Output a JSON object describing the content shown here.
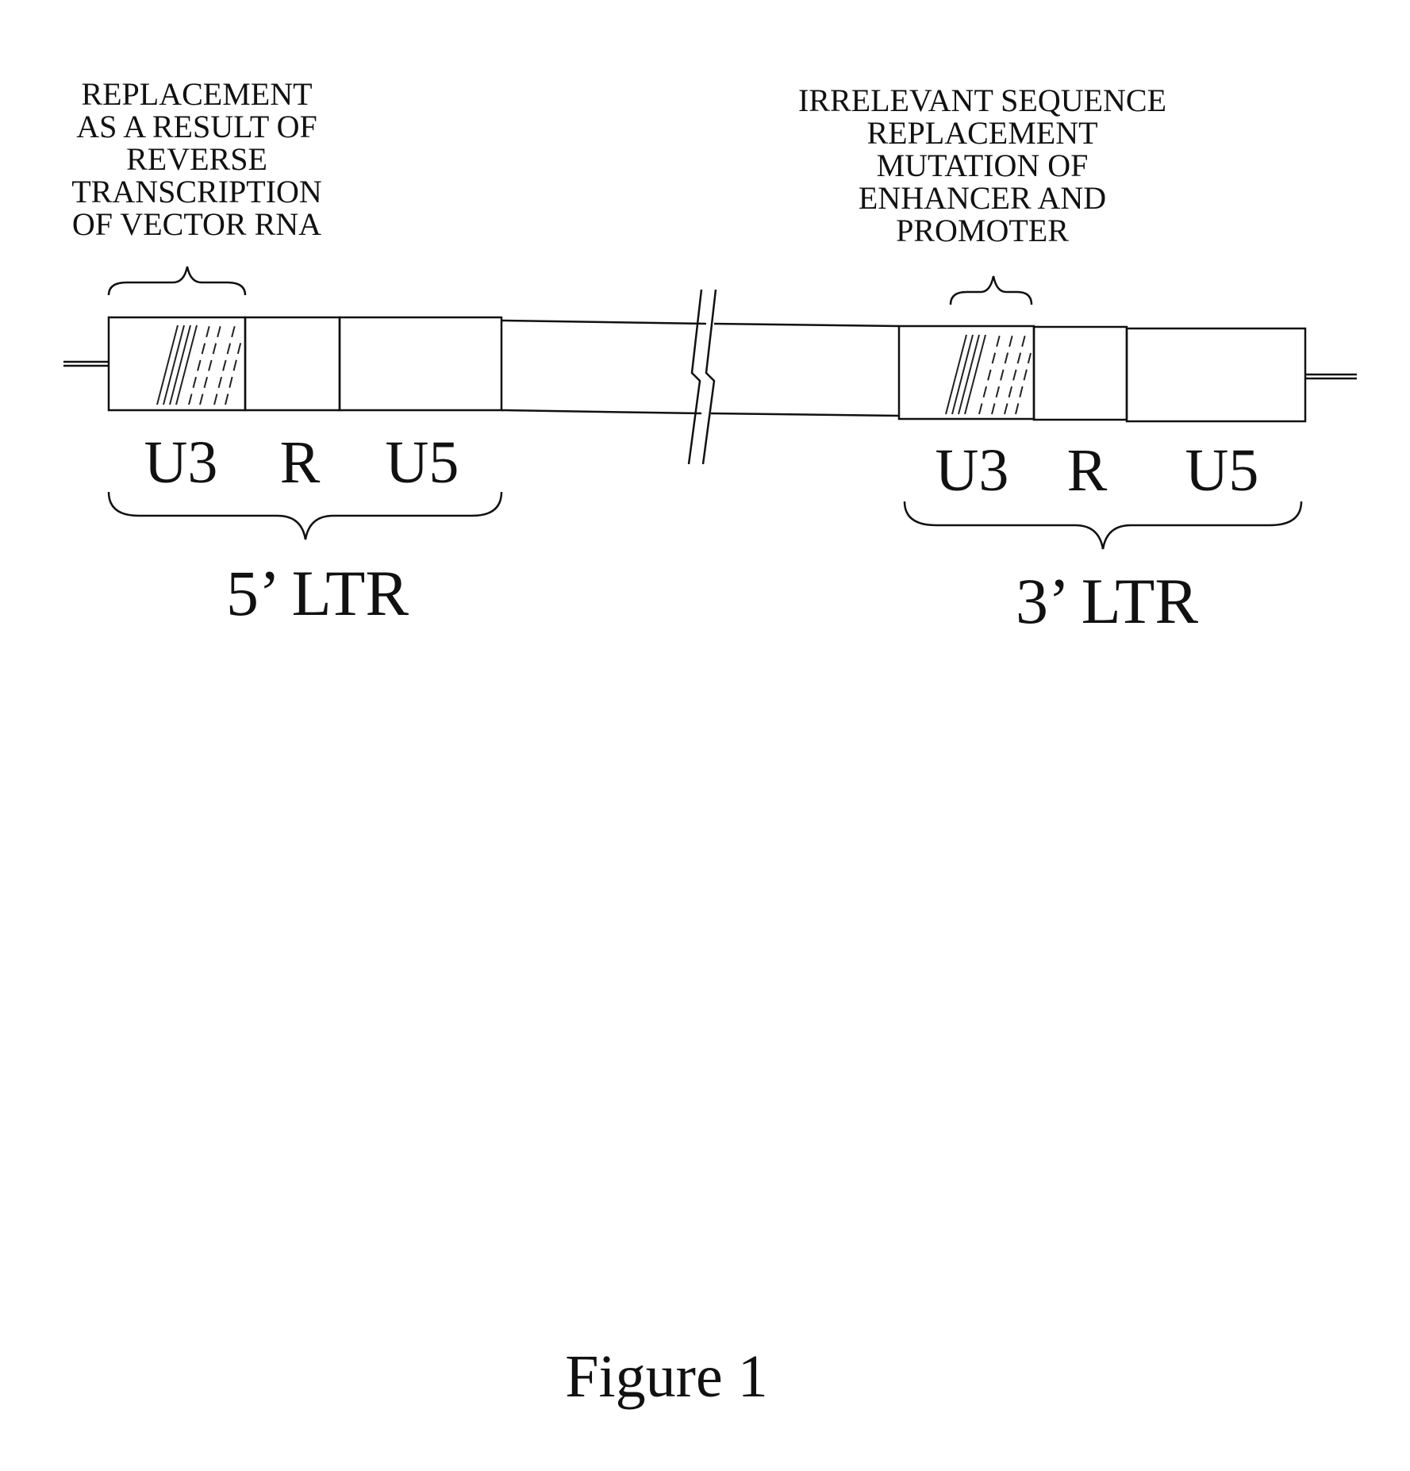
{
  "annotations": {
    "left_lines": [
      "REPLACEMENT",
      "AS A RESULT OF",
      "REVERSE",
      "TRANSCRIPTION",
      "OF VECTOR RNA"
    ],
    "right_lines": [
      "IRRELEVANT SEQUENCE",
      "REPLACEMENT",
      "MUTATION OF",
      "ENHANCER AND",
      "PROMOTER"
    ]
  },
  "ltr_5": {
    "regions": [
      "U3",
      "R",
      "U5"
    ],
    "label": "5’ LTR"
  },
  "ltr_3": {
    "regions": [
      "U3",
      "R",
      "U5"
    ],
    "label": "3’ LTR"
  },
  "caption": "Figure 1"
}
